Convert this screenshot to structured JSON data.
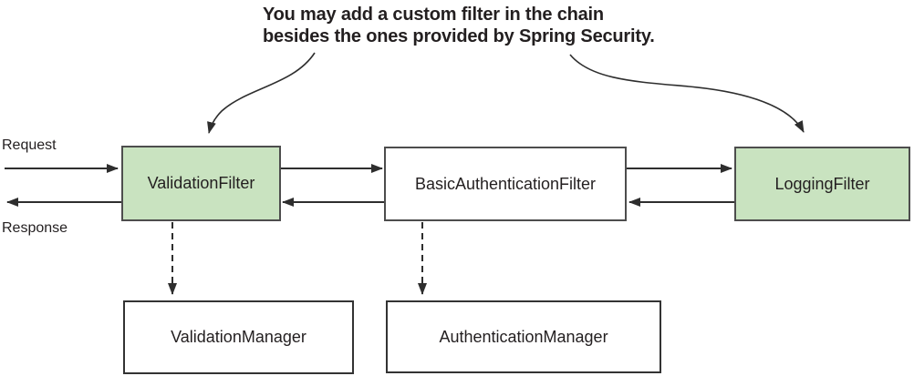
{
  "diagram": {
    "caption": {
      "line1": "You may add a custom filter in the chain",
      "line2": "besides the ones provided by Spring Security."
    },
    "labels": {
      "request": "Request",
      "response": "Response"
    },
    "nodes": [
      {
        "id": "validation-filter",
        "label": "ValidationFilter",
        "type": "filter",
        "highlighted": true
      },
      {
        "id": "basic-authentication-filter",
        "label": "BasicAuthenticationFilter",
        "type": "filter",
        "highlighted": false
      },
      {
        "id": "logging-filter",
        "label": "LoggingFilter",
        "type": "filter",
        "highlighted": true
      },
      {
        "id": "validation-manager",
        "label": "ValidationManager",
        "type": "manager",
        "highlighted": false
      },
      {
        "id": "authentication-manager",
        "label": "AuthenticationManager",
        "type": "manager",
        "highlighted": false
      }
    ],
    "edges": [
      {
        "from": "request",
        "to": "validation-filter",
        "style": "solid",
        "direction": "right"
      },
      {
        "from": "validation-filter",
        "to": "response",
        "style": "solid",
        "direction": "left"
      },
      {
        "from": "validation-filter",
        "to": "basic-authentication-filter",
        "style": "solid",
        "direction": "right"
      },
      {
        "from": "basic-authentication-filter",
        "to": "validation-filter",
        "style": "solid",
        "direction": "left"
      },
      {
        "from": "basic-authentication-filter",
        "to": "logging-filter",
        "style": "solid",
        "direction": "right"
      },
      {
        "from": "logging-filter",
        "to": "basic-authentication-filter",
        "style": "solid",
        "direction": "left"
      },
      {
        "from": "validation-filter",
        "to": "validation-manager",
        "style": "dashed",
        "direction": "down"
      },
      {
        "from": "basic-authentication-filter",
        "to": "authentication-manager",
        "style": "dashed",
        "direction": "down"
      },
      {
        "from": "caption",
        "to": "validation-filter",
        "style": "curved-annotation",
        "direction": "down"
      },
      {
        "from": "caption",
        "to": "logging-filter",
        "style": "curved-annotation",
        "direction": "down"
      }
    ],
    "colors": {
      "highlight_fill": "#c9e3c0",
      "box_border": "#4d4d4d",
      "manager_border": "#333333",
      "arrow": "#2e2e2e",
      "text": "#231f20"
    }
  }
}
